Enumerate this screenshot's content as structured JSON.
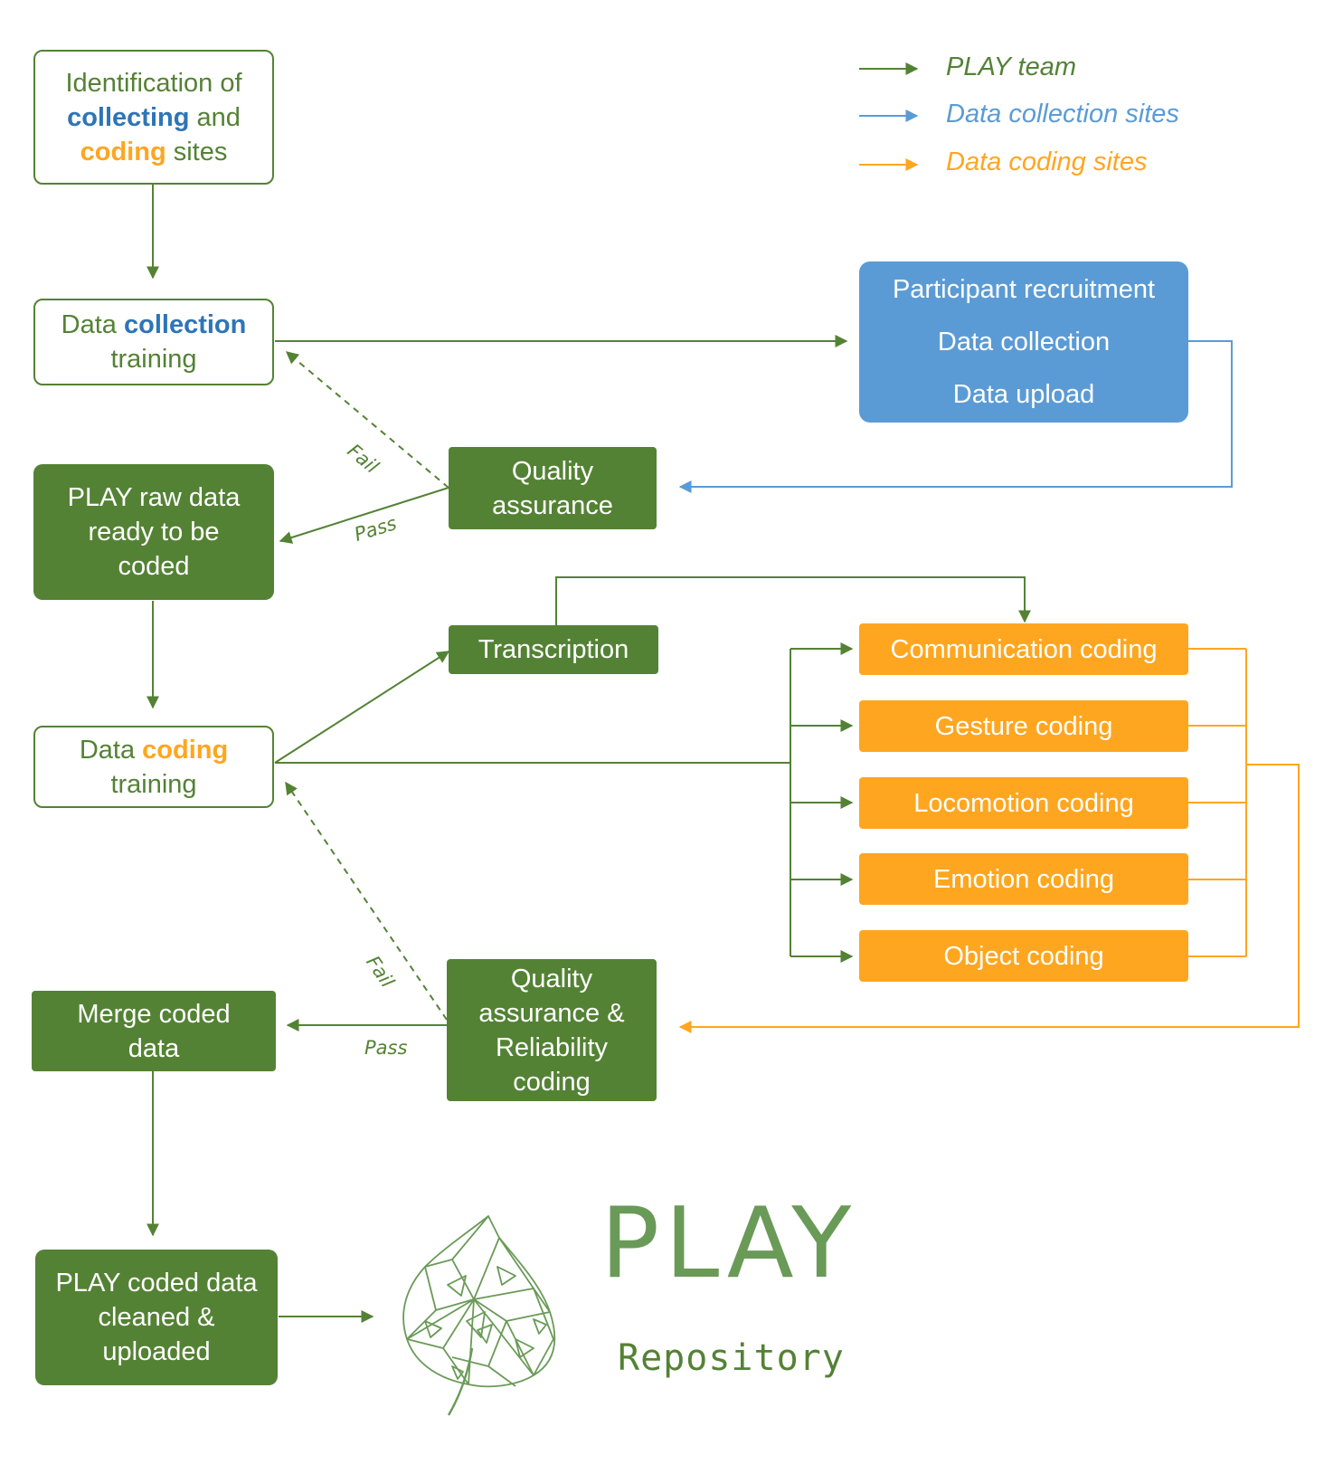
{
  "legend": {
    "items": [
      {
        "label": "PLAY team",
        "color": "#548235"
      },
      {
        "label": "Data collection sites",
        "color": "#5b9bd5"
      },
      {
        "label": "Data coding sites",
        "color": "#ffa620"
      }
    ]
  },
  "nodes": {
    "identification": {
      "line1": "Identification of",
      "collecting": "collecting",
      "and": " and",
      "coding": "coding",
      "sites": " sites"
    },
    "collection_training": {
      "prefix": "Data ",
      "keyword": "collection",
      "line2": "training"
    },
    "collection_block": {
      "line1": "Participant recruitment",
      "line2": "Data collection",
      "line3": "Data upload"
    },
    "quality_assurance": {
      "line1": "Quality",
      "line2": "assurance"
    },
    "raw_data": {
      "line1": "PLAY raw data",
      "line2": "ready to be",
      "line3": "coded"
    },
    "transcription": {
      "label": "Transcription"
    },
    "coding_training": {
      "prefix": "Data ",
      "keyword": "coding",
      "line2": "training"
    },
    "coding_tasks": [
      "Communication coding",
      "Gesture coding",
      "Locomotion coding",
      "Emotion coding",
      "Object coding"
    ],
    "qa_reliability": {
      "line1": "Quality",
      "line2": "assurance &",
      "line3": "Reliability",
      "line4": "coding"
    },
    "merge": {
      "line1": "Merge coded",
      "line2": "data"
    },
    "final": {
      "line1": "PLAY coded data",
      "line2": "cleaned &",
      "line3": "uploaded"
    }
  },
  "edge_labels": {
    "fail_top": "Fail",
    "pass_top": "Pass",
    "fail_bottom": "Fail",
    "pass_bottom": "Pass"
  },
  "logo": {
    "title": "PLAY",
    "subtitle": "Repository"
  },
  "colors": {
    "green": "#548235",
    "blue": "#5b9bd5",
    "orange": "#ffa620"
  }
}
